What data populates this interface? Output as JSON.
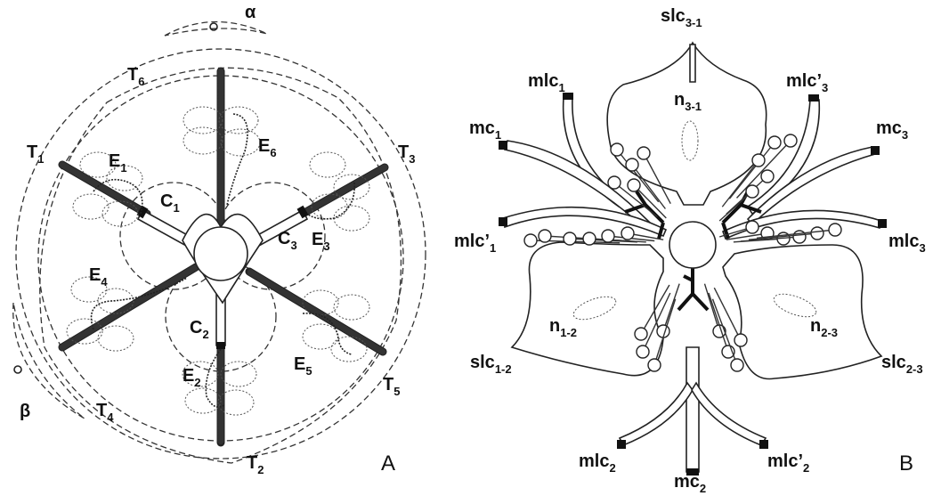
{
  "panel_a": {
    "panel_label": "A",
    "greek": [
      {
        "id": "alpha",
        "text": "α"
      },
      {
        "id": "beta",
        "text": "β"
      }
    ],
    "labels": [
      {
        "id": "T6",
        "base": "T",
        "sub": "6"
      },
      {
        "id": "T1",
        "base": "T",
        "sub": "1"
      },
      {
        "id": "T3",
        "base": "T",
        "sub": "3"
      },
      {
        "id": "T4",
        "base": "T",
        "sub": "4"
      },
      {
        "id": "T5",
        "base": "T",
        "sub": "5"
      },
      {
        "id": "T2",
        "base": "T",
        "sub": "2"
      },
      {
        "id": "E1",
        "base": "E",
        "sub": "1"
      },
      {
        "id": "E6",
        "base": "E",
        "sub": "6"
      },
      {
        "id": "E3",
        "base": "E",
        "sub": "3"
      },
      {
        "id": "E4",
        "base": "E",
        "sub": "4"
      },
      {
        "id": "E5",
        "base": "E",
        "sub": "5"
      },
      {
        "id": "E2",
        "base": "E",
        "sub": "2"
      },
      {
        "id": "C1",
        "base": "C",
        "sub": "1"
      },
      {
        "id": "C3",
        "base": "C",
        "sub": "3"
      },
      {
        "id": "C2",
        "base": "C",
        "sub": "2"
      }
    ]
  },
  "panel_b": {
    "panel_label": "B",
    "labels": [
      {
        "id": "slc31",
        "base": "slc",
        "sub": "3-1"
      },
      {
        "id": "mlc1",
        "base": "mlc",
        "sub": "1"
      },
      {
        "id": "mlcp3",
        "base": "mlc’",
        "sub": "3"
      },
      {
        "id": "n31",
        "base": "n",
        "sub": "3-1"
      },
      {
        "id": "mc1",
        "base": "mc",
        "sub": "1"
      },
      {
        "id": "mc3",
        "base": "mc",
        "sub": "3"
      },
      {
        "id": "mlcp1",
        "base": "mlc’",
        "sub": "1"
      },
      {
        "id": "mlc3",
        "base": "mlc",
        "sub": "3"
      },
      {
        "id": "n12",
        "base": "n",
        "sub": "1-2"
      },
      {
        "id": "n23",
        "base": "n",
        "sub": "2-3"
      },
      {
        "id": "slc12",
        "base": "slc",
        "sub": "1-2"
      },
      {
        "id": "slc23",
        "base": "slc",
        "sub": "2-3"
      },
      {
        "id": "mlc2",
        "base": "mlc",
        "sub": "2"
      },
      {
        "id": "mlcp2",
        "base": "mlc’",
        "sub": "2"
      },
      {
        "id": "mc2",
        "base": "mc",
        "sub": "2"
      }
    ]
  }
}
